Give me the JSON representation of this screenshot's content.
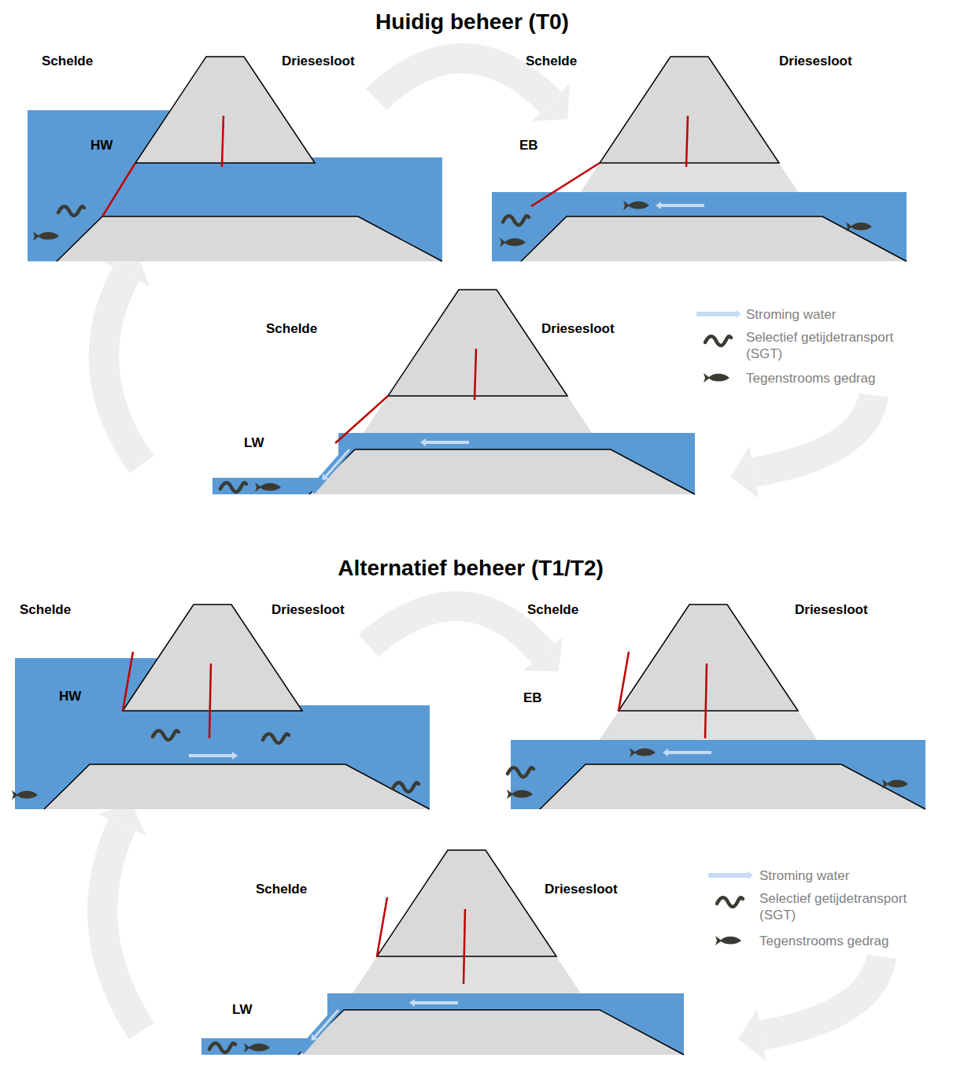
{
  "diagram": {
    "title": "Huidig beheer (T0)",
    "labels": [
      "Schelde",
      "Driesesloot",
      "HW",
      "Schelde",
      "Driesesloot",
      "EB",
      "Schelde",
      "Driesesloot",
      "LW",
      "Alternatief beheer (T1/T2)",
      "Schelde",
      "Driesesloot",
      "HW",
      "Schelde",
      "Driesesloot",
      "EB",
      "Schelde",
      "Driesesloot",
      "LW"
    ],
    "legend": [
      {
        "text": "Stroming water"
      },
      {
        "text": "Selectief getijdetransport (SGT)"
      },
      {
        "text": "Tegenstrooms gedrag"
      },
      {
        "text": "Stroming water"
      },
      {
        "text": "Selectief getijdetransport (SGT)"
      },
      {
        "text": "Tegenstrooms gedrag"
      }
    ]
  }
}
